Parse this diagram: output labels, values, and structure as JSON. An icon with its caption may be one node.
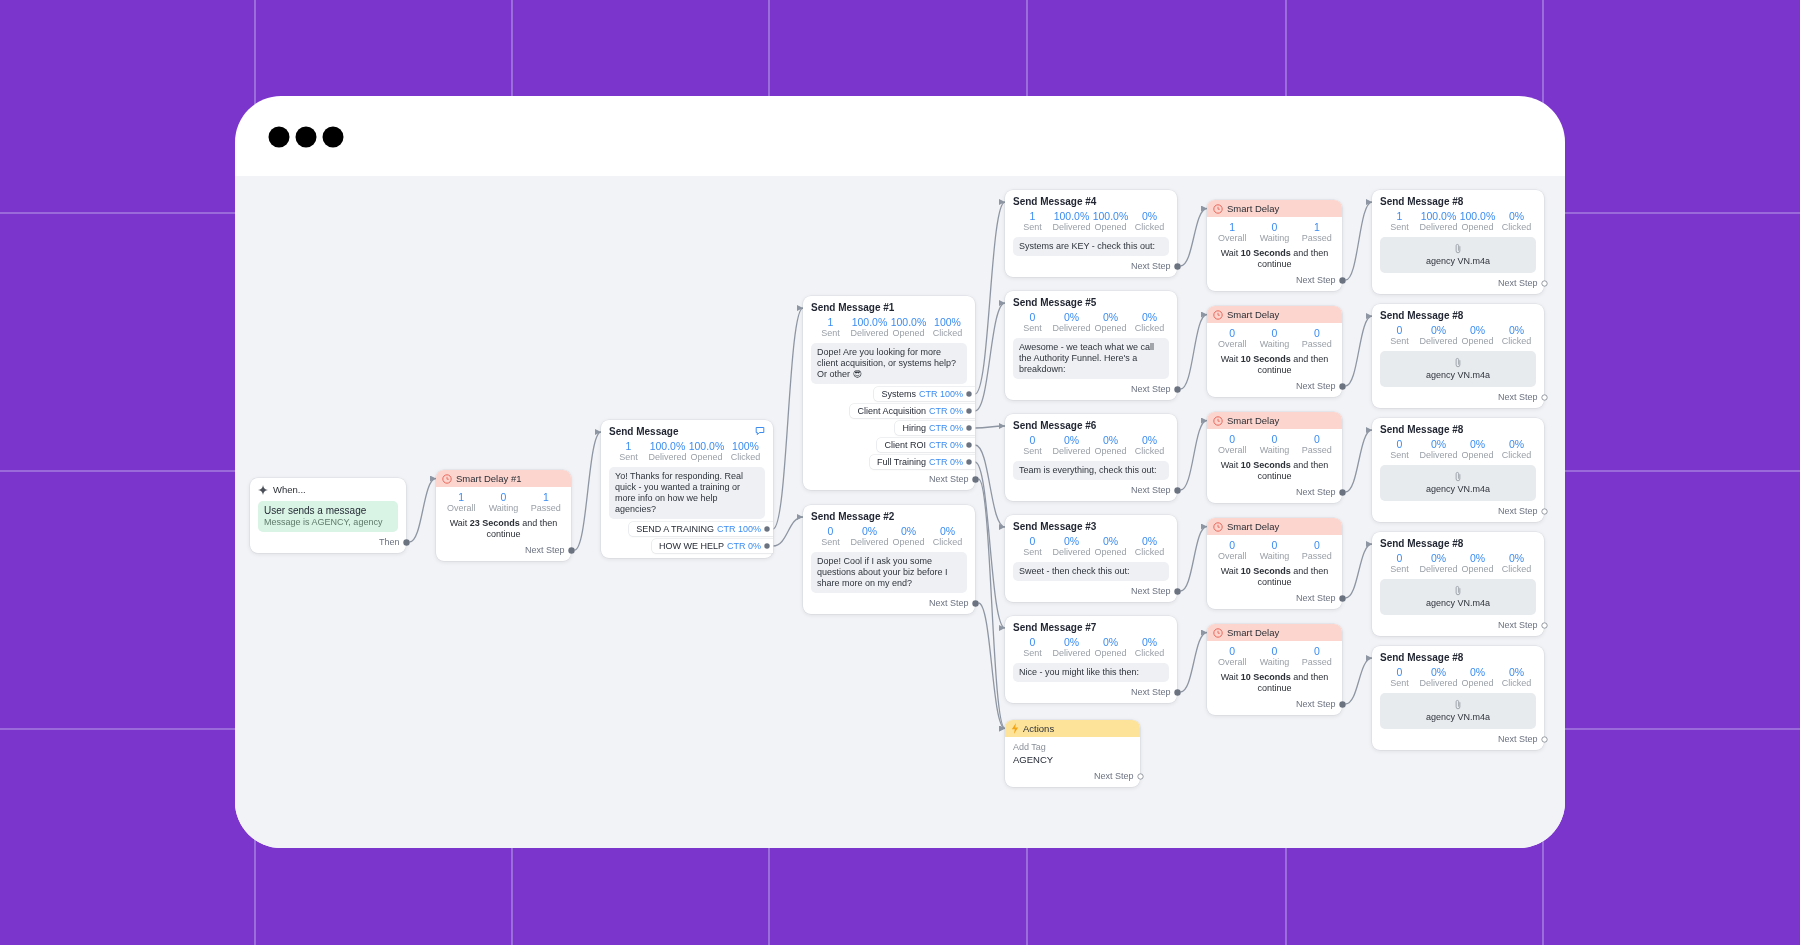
{
  "diagram": {
    "nodes": [
      {
        "text": [
          "When..."
        ]
      },
      {
        "text": [
          "User sends a message",
          "Message is AGENCY, agency"
        ],
        "in": 0
      },
      {
        "text": [
          "Then"
        ],
        "in": 0
      },
      {
        "text": [
          "Smart Delay #1",
          "1",
          "Overall",
          "0",
          "Waiting",
          "1",
          "Passed",
          "Wait **23 Seconds** and then continue"
        ]
      },
      {
        "text": [
          "Next Step"
        ],
        "in": 3
      },
      {
        "text": [
          "Send Message",
          "1",
          "Sent",
          "100.0%",
          "Delivered",
          "100.0%",
          "Opened",
          "100%",
          "Clicked"
        ]
      },
      {
        "text": [
          "Yo! Thanks for responding. Real quick - you wanted a training or more info on how we help agencies?"
        ],
        "in": 5
      },
      {
        "text": [
          "SEND A TRAINING",
          "CTR 100%"
        ],
        "in": 5
      },
      {
        "text": [
          "HOW WE HELP",
          "CTR 0%"
        ],
        "in": 5
      },
      {
        "text": [
          "Send Message #1",
          "1",
          "Sent",
          "100.0%",
          "Delivered",
          "100.0%",
          "Opened",
          "100%",
          "Clicked"
        ]
      },
      {
        "text": [
          "Dope! Are you looking for more client acquisition, or systems help? Or other 😎"
        ],
        "in": 9
      },
      {
        "text": [
          "Systems",
          "CTR 100%"
        ],
        "in": 9
      },
      {
        "text": [
          "Client Acquisition",
          "CTR 0%"
        ],
        "in": 9
      },
      {
        "text": [
          "Hiring",
          "CTR 0%"
        ],
        "in": 9
      },
      {
        "text": [
          "Client ROI",
          "CTR 0%"
        ],
        "in": 9
      },
      {
        "text": [
          "Full Training",
          "CTR 0%"
        ],
        "in": 9
      },
      {
        "text": [
          "Next Step"
        ],
        "in": 9
      },
      {
        "text": [
          "Send Message #2",
          "0",
          "Sent",
          "0%",
          "Delivered",
          "0%",
          "Opened",
          "0%",
          "Clicked"
        ]
      },
      {
        "text": [
          "Dope! Cool if I ask you some questions about your biz before I share more on my end?"
        ],
        "in": 17
      },
      {
        "text": [
          "Next Step"
        ],
        "in": 17
      },
      {
        "text": [
          "Send Message #4",
          "1",
          "Sent",
          "100.0%",
          "Delivered",
          "100.0%",
          "Opened",
          "0%",
          "Clicked"
        ]
      },
      {
        "text": [
          "Systems are KEY - check this out:"
        ],
        "in": 20
      },
      {
        "text": [
          "Next Step"
        ],
        "in": 20
      },
      {
        "text": [
          "Smart Delay",
          "1",
          "Overall",
          "0",
          "Waiting",
          "1",
          "Passed",
          "Wait **10 Seconds** and then continue"
        ]
      },
      {
        "text": [
          "Next Step"
        ],
        "in": 23
      },
      {
        "text": [
          "Send Message #8",
          "1",
          "Sent",
          "100.0%",
          "Delivered",
          "100.0%",
          "Opened",
          "0%",
          "Clicked"
        ]
      },
      {
        "text": [
          "agency VN.m4a"
        ],
        "in": 25
      },
      {
        "text": [
          "Next Step"
        ],
        "in": 25
      },
      {
        "text": [
          "Send Message #5",
          "0",
          "Sent",
          "0%",
          "Delivered",
          "0%",
          "Opened",
          "0%",
          "Clicked"
        ]
      },
      {
        "text": [
          "Awesome - we teach what we call the Authority Funnel. Here's a breakdown:"
        ],
        "in": 28
      },
      {
        "text": [
          "Next Step"
        ],
        "in": 28
      },
      {
        "text": [
          "Smart Delay",
          "0",
          "Overall",
          "0",
          "Waiting",
          "0",
          "Passed",
          "Wait **10 Seconds** and then continue"
        ]
      },
      {
        "text": [
          "Next Step"
        ],
        "in": 31
      },
      {
        "text": [
          "Send Message #8",
          "0",
          "Sent",
          "0%",
          "Delivered",
          "0%",
          "Opened",
          "0%",
          "Clicked"
        ]
      },
      {
        "text": [
          "agency VN.m4a"
        ],
        "in": 33
      },
      {
        "text": [
          "Next Step"
        ],
        "in": 33
      },
      {
        "text": [
          "Send Message #6",
          "0",
          "Sent",
          "0%",
          "Delivered",
          "0%",
          "Opened",
          "0%",
          "Clicked"
        ]
      },
      {
        "text": [
          "Team is everything, check this out:"
        ],
        "in": 36
      },
      {
        "text": [
          "Next Step"
        ],
        "in": 36
      },
      {
        "text": [
          "Smart Delay",
          "0",
          "Overall",
          "0",
          "Waiting",
          "0",
          "Passed",
          "Wait **10 Seconds** and then continue"
        ]
      },
      {
        "text": [
          "Next Step"
        ],
        "in": 39
      },
      {
        "text": [
          "Send Message #8",
          "0",
          "Sent",
          "0%",
          "Delivered",
          "0%",
          "Opened",
          "0%",
          "Clicked"
        ]
      },
      {
        "text": [
          "agency VN.m4a"
        ],
        "in": 41
      },
      {
        "text": [
          "Next Step"
        ],
        "in": 41
      },
      {
        "text": [
          "Send Message #3",
          "0",
          "Sent",
          "0%",
          "Delivered",
          "0%",
          "Opened",
          "0%",
          "Clicked"
        ]
      },
      {
        "text": [
          "Sweet - then check this out:"
        ],
        "in": 44
      },
      {
        "text": [
          "Next Step"
        ],
        "in": 44
      },
      {
        "text": [
          "Smart Delay",
          "0",
          "Overall",
          "0",
          "Waiting",
          "0",
          "Passed",
          "Wait **10 Seconds** and then continue"
        ]
      },
      {
        "text": [
          "Next Step"
        ],
        "in": 47
      },
      {
        "text": [
          "Send Message #8",
          "0",
          "Sent",
          "0%",
          "Delivered",
          "0%",
          "Opened",
          "0%",
          "Clicked"
        ]
      },
      {
        "text": [
          "agency VN.m4a"
        ],
        "in": 49
      },
      {
        "text": [
          "Next Step"
        ],
        "in": 49
      },
      {
        "text": [
          "Send Message #7",
          "0",
          "Sent",
          "0%",
          "Delivered",
          "0%",
          "Opened",
          "0%",
          "Clicked"
        ]
      },
      {
        "text": [
          "Nice - you might like this then:"
        ],
        "in": 52
      },
      {
        "text": [
          "Next Step"
        ],
        "in": 52
      },
      {
        "text": [
          "Smart Delay",
          "0",
          "Overall",
          "0",
          "Waiting",
          "0",
          "Passed",
          "Wait **10 Seconds** and then continue"
        ]
      },
      {
        "text": [
          "Next Step"
        ],
        "in": 55
      },
      {
        "text": [
          "Send Message #8",
          "0",
          "Sent",
          "0%",
          "Delivered",
          "0%",
          "Opened",
          "0%",
          "Clicked"
        ]
      },
      {
        "text": [
          "agency VN.m4a"
        ],
        "in": 57
      },
      {
        "text": [
          "Next Step"
        ],
        "in": 57
      },
      {
        "text": [
          "Actions",
          "Add Tag",
          "AGENCY"
        ]
      },
      {
        "text": [
          "Next Step"
        ],
        "in": 60
      }
    ],
    "edges": [
      {
        "from": 2,
        "to": 3,
        "arrow": "to"
      },
      {
        "from": 4,
        "to": 5,
        "arrow": "to"
      },
      {
        "from": 7,
        "to": 9,
        "arrow": "to"
      },
      {
        "from": 8,
        "to": 17,
        "arrow": "to"
      },
      {
        "from": 11,
        "to": 20,
        "arrow": "to"
      },
      {
        "from": 12,
        "to": 28,
        "arrow": "to"
      },
      {
        "from": 13,
        "to": 36,
        "arrow": "to"
      },
      {
        "from": 14,
        "to": 44,
        "arrow": "to"
      },
      {
        "from": 15,
        "to": 52,
        "arrow": "to"
      },
      {
        "from": 16,
        "to": 60,
        "arrow": "to"
      },
      {
        "from": 19,
        "to": 60,
        "arrow": "to"
      },
      {
        "from": 22,
        "to": 23,
        "arrow": "to"
      },
      {
        "from": 24,
        "to": 25,
        "arrow": "to"
      },
      {
        "from": 30,
        "to": 31,
        "arrow": "to"
      },
      {
        "from": 32,
        "to": 33,
        "arrow": "to"
      },
      {
        "from": 38,
        "to": 39,
        "arrow": "to"
      },
      {
        "from": 40,
        "to": 41,
        "arrow": "to"
      },
      {
        "from": 46,
        "to": 47,
        "arrow": "to"
      },
      {
        "from": 48,
        "to": 49,
        "arrow": "to"
      },
      {
        "from": 54,
        "to": 55,
        "arrow": "to"
      },
      {
        "from": 56,
        "to": 57,
        "arrow": "to"
      }
    ]
  }
}
